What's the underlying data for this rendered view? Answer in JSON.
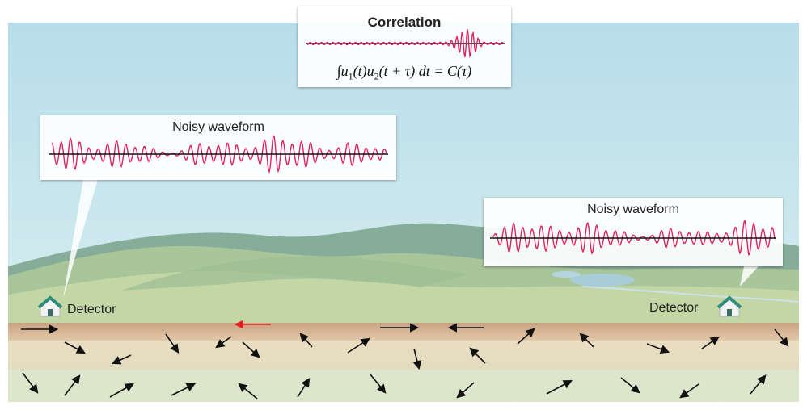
{
  "correlation": {
    "title": "Correlation",
    "formula": {
      "integral": "∫",
      "u": "u",
      "sub1": "1",
      "t1": "(t)",
      "sub2": "2",
      "t2": "(t + τ)",
      "dt": " dt = ",
      "C": "C",
      "tau": "(τ)"
    }
  },
  "left_panel": {
    "title": "Noisy waveform"
  },
  "right_panel": {
    "title": "Noisy waveform"
  },
  "detectors": {
    "left_label": "Detector",
    "right_label": "Detector"
  },
  "colors": {
    "sky_top": "#b9dfea",
    "sky_bottom": "#d3ebee",
    "hill_far": "#7fa898",
    "hill_mid": "#a9c49a",
    "hill_near": "#c6d8a8",
    "ground_band": "#d9b99a",
    "soil_top": "#e3d6b6",
    "soil_bottom": "#dfe6c9",
    "waveform": "#e0245e",
    "arrow_black": "#111111",
    "arrow_red": "#e02020",
    "water": "#a8ccd6"
  }
}
